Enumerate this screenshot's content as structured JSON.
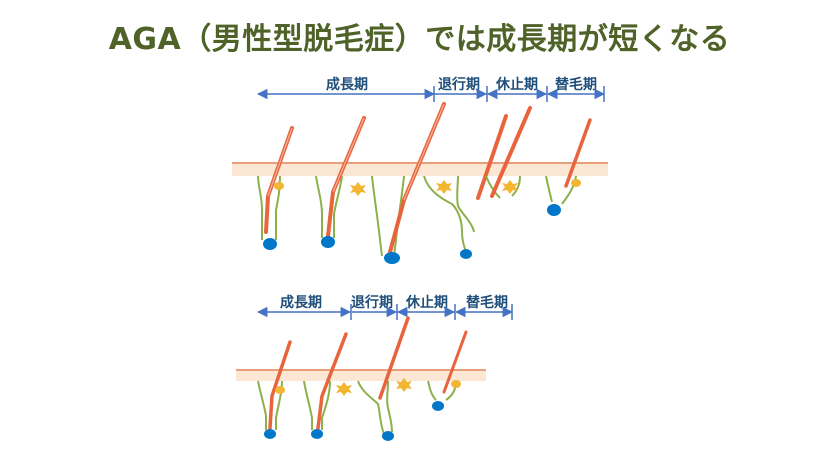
{
  "title": "AGA（男性型脱毛症）では成長期が短くなる",
  "colors": {
    "title": "#4f6228",
    "label": "#1f4e79",
    "arrow": "#4472c4",
    "skin_fill": "#fbe7d3",
    "skin_line": "#e8a07a",
    "follicle": "#8db04a",
    "hair": "#e8643c",
    "papilla": "#0077c8",
    "bulge": "#f2b632"
  },
  "top_cycle": {
    "phases": [
      {
        "label": "成長期"
      },
      {
        "label": "退行期"
      },
      {
        "label": "休止期"
      },
      {
        "label": "替毛期"
      }
    ]
  },
  "bottom_cycle": {
    "phases": [
      {
        "label": "成長期"
      },
      {
        "label": "退行期"
      },
      {
        "label": "休止期"
      },
      {
        "label": "替毛期"
      }
    ]
  }
}
